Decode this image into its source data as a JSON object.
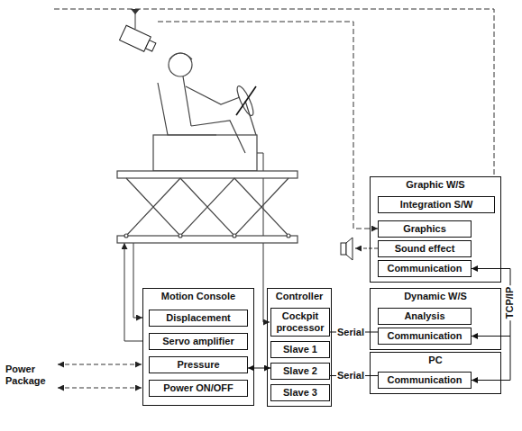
{
  "diagram": {
    "nodes": [
      {
        "text": [
          "Graphic W/S"
        ]
      },
      {
        "text": [
          "Integration S/W"
        ],
        "in": 0
      },
      {
        "text": [
          "Graphics"
        ],
        "in": 0
      },
      {
        "text": [
          "Sound effect"
        ],
        "in": 0
      },
      {
        "text": [
          "Communication"
        ],
        "in": 0
      },
      {
        "text": [
          "Motion Console"
        ]
      },
      {
        "text": [
          "Displacement"
        ],
        "in": 5
      },
      {
        "text": [
          "Servo amplifier"
        ],
        "in": 5
      },
      {
        "text": [
          "Pressure"
        ],
        "in": 5
      },
      {
        "text": [
          "Power ON/OFF"
        ],
        "in": 5
      },
      {
        "text": [
          "Controller"
        ]
      },
      {
        "text": [
          "Cockpit processor"
        ],
        "in": 10
      },
      {
        "text": [
          "Slave 1"
        ],
        "in": 10
      },
      {
        "text": [
          "Slave 2"
        ],
        "in": 10
      },
      {
        "text": [
          "Slave 3"
        ],
        "in": 10
      },
      {
        "text": [
          "Dynamic W/S"
        ]
      },
      {
        "text": [
          "Analysis"
        ],
        "in": 15
      },
      {
        "text": [
          "Communication"
        ],
        "in": 15
      },
      {
        "text": [
          "PC"
        ]
      },
      {
        "text": [
          "Communication"
        ],
        "in": 18
      }
    ],
    "edges": [
      {
        "from": 4,
        "to": 17,
        "arrow": "both"
      },
      {
        "from": 17,
        "to": 19,
        "arrow": "to"
      },
      {
        "from": 11,
        "to": 17,
        "label": "Serial",
        "arrow": "none"
      },
      {
        "from": 13,
        "to": 19,
        "label": "Serial",
        "arrow": "none"
      },
      {
        "from": 13,
        "to": 8,
        "arrow": "both"
      }
    ],
    "labels": [
      "Power Package",
      "TCP/IP"
    ]
  }
}
